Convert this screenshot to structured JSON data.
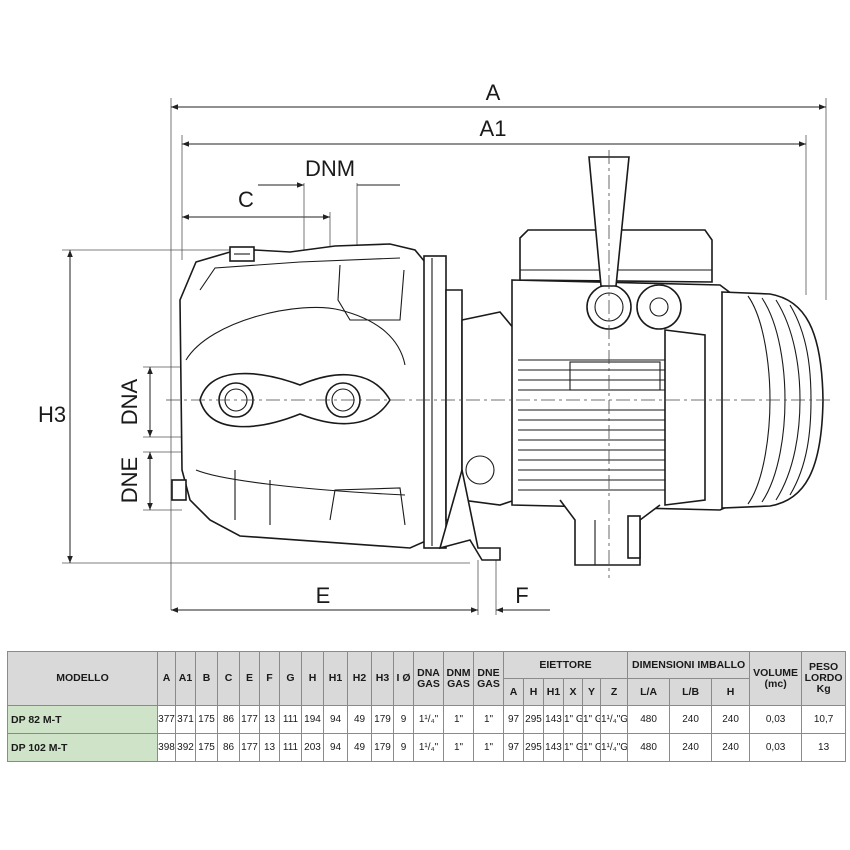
{
  "drawing": {
    "dimension_labels": {
      "A": "A",
      "A1": "A1",
      "C": "C",
      "DNM": "DNM",
      "H3": "H3",
      "DNA": "DNA",
      "DNE": "DNE",
      "E": "E",
      "F": "F"
    }
  },
  "table": {
    "headers": {
      "modello": "MODELLO",
      "cols": [
        "A",
        "A1",
        "B",
        "C",
        "E",
        "F",
        "G",
        "H",
        "H1",
        "H2",
        "H3",
        "I Ø"
      ],
      "dna": [
        "DNA",
        "GAS"
      ],
      "dnm": [
        "DNM",
        "GAS"
      ],
      "dne": [
        "DNE",
        "GAS"
      ],
      "eiettore": "EIETTORE",
      "eiettore_cols": [
        "A",
        "H",
        "H1",
        "X",
        "Y",
        "Z"
      ],
      "imballo": "DIMENSIONI IMBALLO",
      "imballo_cols": [
        "L/A",
        "L/B",
        "H"
      ],
      "volume": [
        "VOLUME",
        "(mc)"
      ],
      "peso": [
        "PESO",
        "LORDO",
        "Kg"
      ]
    },
    "rows": [
      {
        "model": "DP 82 M-T",
        "cells": [
          "377",
          "371",
          "175",
          "86",
          "177",
          "13",
          "111",
          "194",
          "94",
          "49",
          "179",
          "9",
          "1¹/₄\"",
          "1\"",
          "1\"",
          "97",
          "295",
          "143",
          "1\" G",
          "1\" G",
          "1¹/₄\"G",
          "480",
          "240",
          "240",
          "0,03",
          "10,7"
        ]
      },
      {
        "model": "DP 102 M-T",
        "cells": [
          "398",
          "392",
          "175",
          "86",
          "177",
          "13",
          "111",
          "203",
          "94",
          "49",
          "179",
          "9",
          "1¹/₄\"",
          "1\"",
          "1\"",
          "97",
          "295",
          "143",
          "1\" G",
          "1\" G",
          "1¹/₄\"G",
          "480",
          "240",
          "240",
          "0,03",
          "13"
        ]
      }
    ]
  }
}
